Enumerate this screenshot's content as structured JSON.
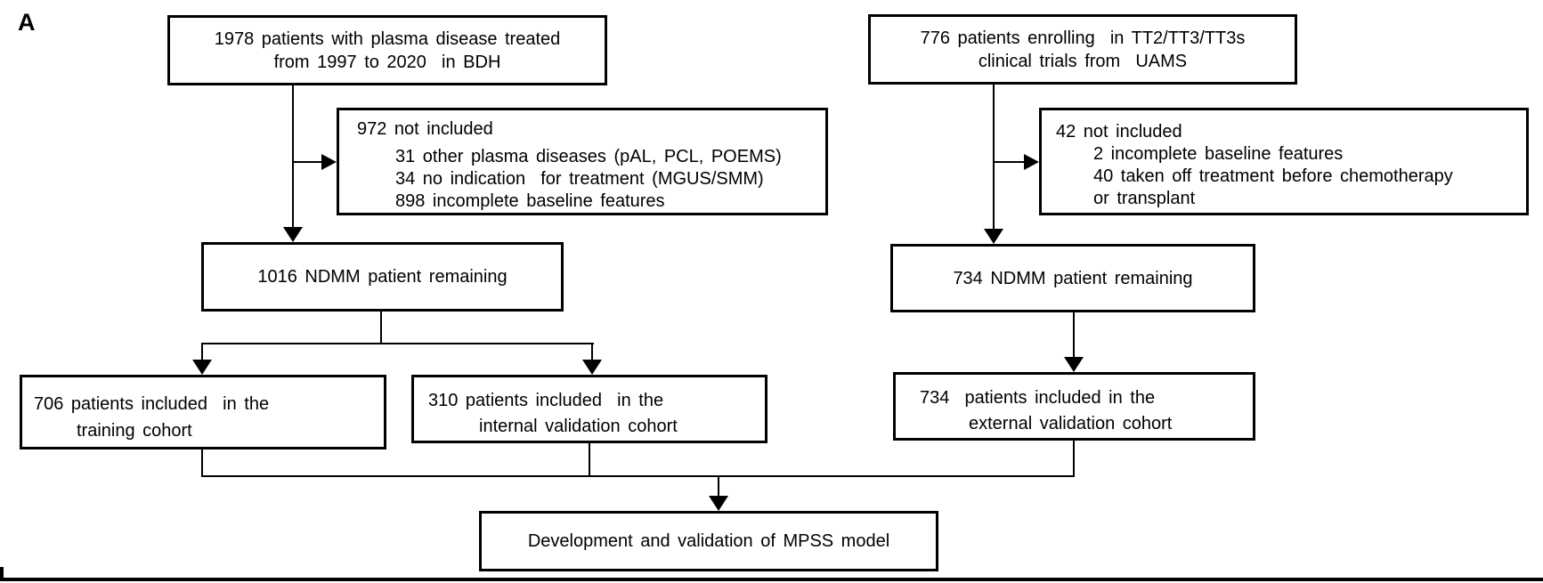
{
  "panel_label": "A",
  "colors": {
    "background": "#ffffff",
    "line": "#000000",
    "text": "#000000"
  },
  "boxes": {
    "bdh_source": {
      "lines": [
        "1978 patients with plasma disease treated",
        "from 1997 to 2020  in BDH"
      ]
    },
    "bdh_excluded": {
      "lines": [
        "972 not included",
        "31 other plasma diseases (pAL, PCL, POEMS)",
        "34 no indication  for treatment (MGUS/SMM)",
        "898 incomplete baseline features"
      ]
    },
    "bdh_remaining": {
      "lines": [
        "1016 NDMM patient remaining"
      ]
    },
    "training": {
      "lines": [
        "706 patients included  in the",
        "training cohort"
      ]
    },
    "internal": {
      "lines": [
        "310 patients included  in the",
        "internal validation cohort"
      ]
    },
    "uams_source": {
      "lines": [
        "776 patients enrolling  in TT2/TT3/TT3s",
        "clinical trials from  UAMS"
      ]
    },
    "uams_excluded": {
      "lines": [
        "42 not included",
        "2 incomplete baseline features",
        "40 taken off treatment before chemotherapy",
        "or transplant"
      ]
    },
    "uams_remaining": {
      "lines": [
        "734 NDMM patient remaining"
      ]
    },
    "external": {
      "lines": [
        "734  patients included in the",
        "external validation cohort"
      ]
    },
    "outcome": {
      "lines": [
        "Development and validation of MPSS model"
      ]
    }
  }
}
